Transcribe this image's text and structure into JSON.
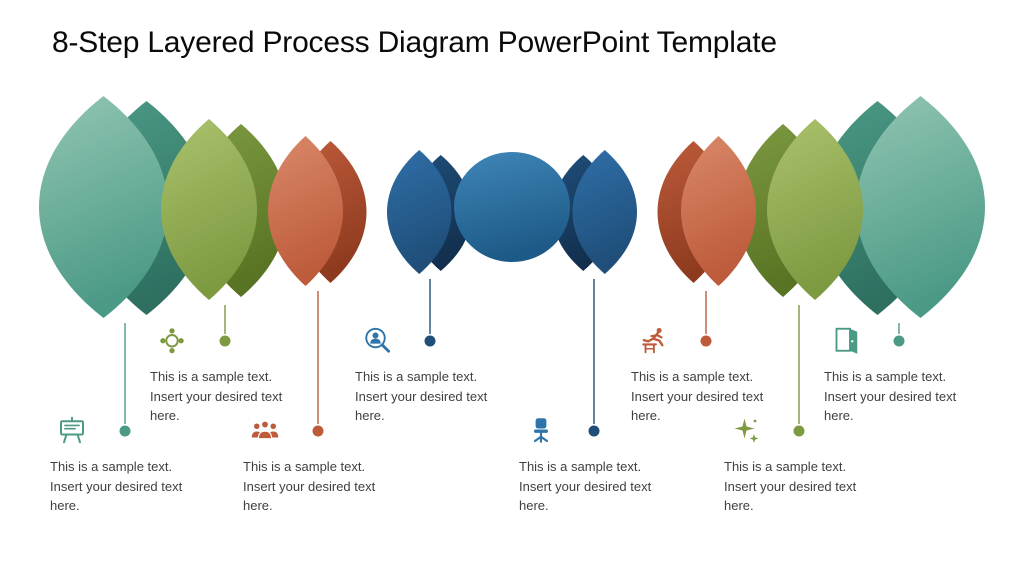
{
  "title": "8-Step Layered Process Diagram PowerPoint Template",
  "palette": {
    "teal": {
      "light": "#92c6b3",
      "mid": "#4b9a86",
      "dark": "#2e6f60"
    },
    "olive": {
      "light": "#abc26c",
      "mid": "#7d9a41",
      "dark": "#587323"
    },
    "orange": {
      "light": "#d9896a",
      "mid": "#bd5b3b",
      "dark": "#8e3a1f"
    },
    "navy": {
      "light": "#2f6fa8",
      "mid": "#1f4e79",
      "dark": "#122f4e",
      "icon": "#2e74a8"
    },
    "center": {
      "light": "#3f86b8",
      "dark": "#1d5a88"
    }
  },
  "steps": [
    {
      "icon": "billboard-icon",
      "color": "teal",
      "text": "This is a sample text. Insert your desired text here."
    },
    {
      "icon": "team-meeting-icon",
      "color": "olive",
      "text": "This is a sample text. Insert your desired text here."
    },
    {
      "icon": "group-icon",
      "color": "orange",
      "text": "This is a sample text. Insert your desired text here."
    },
    {
      "icon": "focus-group-icon",
      "color": "navy",
      "text": "This is a sample text. Insert your desired text here."
    },
    {
      "icon": "office-chair-icon",
      "color": "navy",
      "text": "This is a sample text. Insert your desired text here."
    },
    {
      "icon": "hurdle-runner-icon",
      "color": "orange",
      "text": "This is a sample text. Insert your desired text here."
    },
    {
      "icon": "sparkle-star-icon",
      "color": "olive",
      "text": "This is a sample text. Insert your desired text here."
    },
    {
      "icon": "open-door-icon",
      "color": "teal",
      "text": "This is a sample text. Insert your desired text here."
    }
  ]
}
